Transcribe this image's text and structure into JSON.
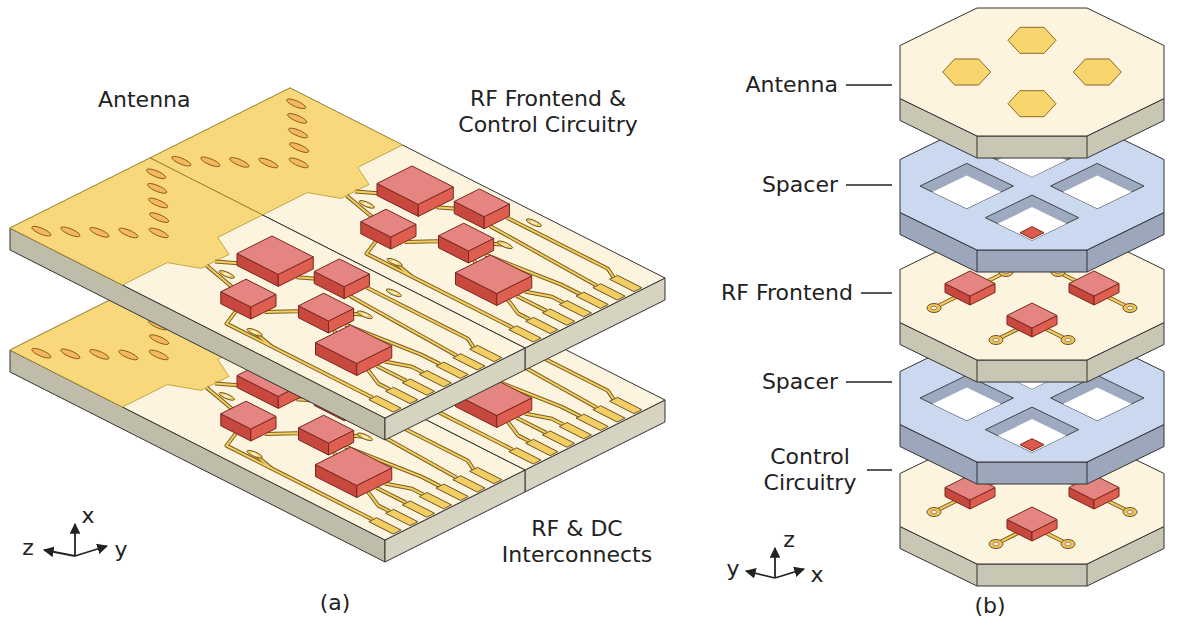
{
  "diagram": {
    "labels": [
      "Antenna",
      "RF Frontend & Control Circuitry",
      "RF & DC Interconnects",
      "z",
      "x",
      "y",
      "(a)",
      "Antenna",
      "Spacer",
      "RF Frontend",
      "Spacer",
      "Control Circuitry",
      "y",
      "z",
      "x",
      "(b)"
    ]
  }
}
